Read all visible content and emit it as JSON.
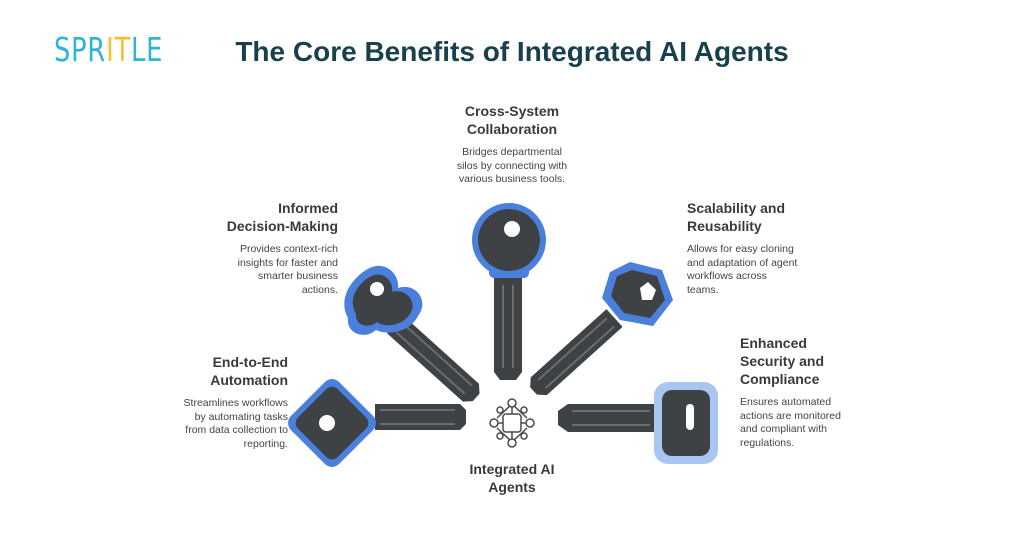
{
  "brand": {
    "logo_part1": "SPR",
    "logo_part2": "IT",
    "logo_part3": "LE"
  },
  "title": "The Core Benefits of Integrated AI Agents",
  "hub": {
    "label": "Integrated AI\nAgents"
  },
  "benefits": [
    {
      "title": "End-to-End\nAutomation",
      "description": "Streamlines workflows\nby automating tasks\nfrom data collection to\nreporting."
    },
    {
      "title": "Informed\nDecision-Making",
      "description": "Provides context-rich\ninsights for faster and\nsmarter business\nactions."
    },
    {
      "title": "Cross-System\nCollaboration",
      "description": "Bridges departmental\nsilos by connecting with\nvarious business tools."
    },
    {
      "title": "Scalability and\nReusability",
      "description": "Allows for easy cloning\nand adaptation of agent\nworkflows across\nteams."
    },
    {
      "title": "Enhanced\nSecurity and\nCompliance",
      "description": "Ensures automated\nactions are monitored\nand compliant with\nregulations."
    }
  ],
  "colors": {
    "title": "#18404d",
    "key_body": "#3f4244",
    "key_outline": "#4a7fdc",
    "key_light": "#a9c6f2",
    "logo_blue": "#2bb4d8",
    "logo_yellow": "#f1c232"
  }
}
